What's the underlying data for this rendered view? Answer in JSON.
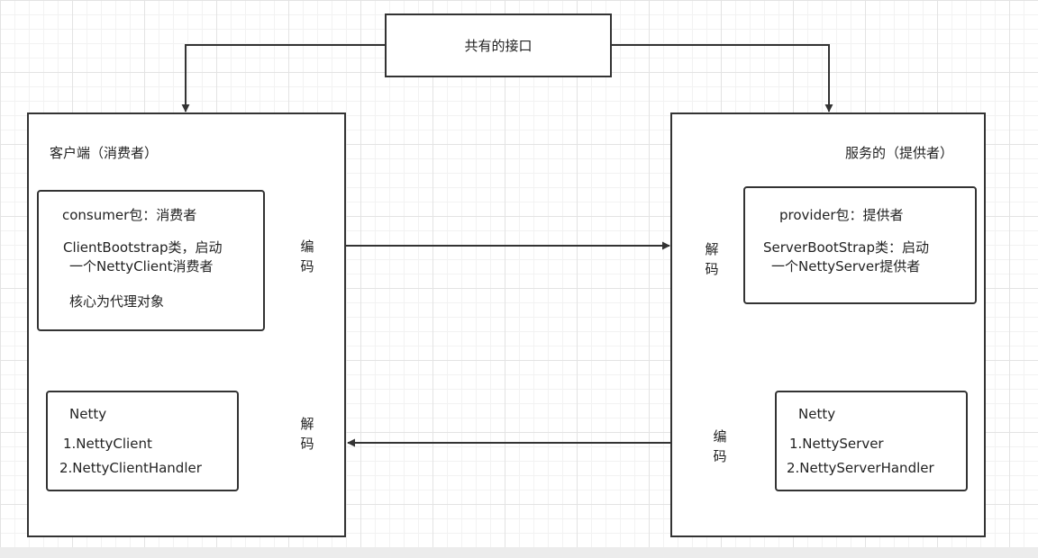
{
  "diagram": {
    "interface_box": {
      "label": "共有的接口"
    },
    "client_panel": {
      "title": "客户端（消费者）",
      "consumer_box": {
        "line1": "consumer包：消费者",
        "line2": "ClientBootstrap类，启动",
        "line3": "一个NettyClient消费者",
        "line4": "核心为代理对象"
      },
      "netty_box": {
        "title": "Netty",
        "item1": "1.NettyClient",
        "item2": "2.NettyClientHandler"
      }
    },
    "server_panel": {
      "title": "服务的（提供者）",
      "provider_box": {
        "line1": "provider包：提供者",
        "line2": "ServerBootStrap类：启动",
        "line3": "一个NettyServer提供者"
      },
      "netty_box": {
        "title": "Netty",
        "item1": "1.NettyServer",
        "item2": "2.NettyServerHandler"
      }
    },
    "edge_labels": {
      "client_send_top": "编",
      "client_send_bottom": "码",
      "server_recv_top": "解",
      "server_recv_bottom": "码",
      "client_recv_top": "解",
      "client_recv_bottom": "码",
      "server_send_top": "编",
      "server_send_bottom": "码"
    }
  }
}
